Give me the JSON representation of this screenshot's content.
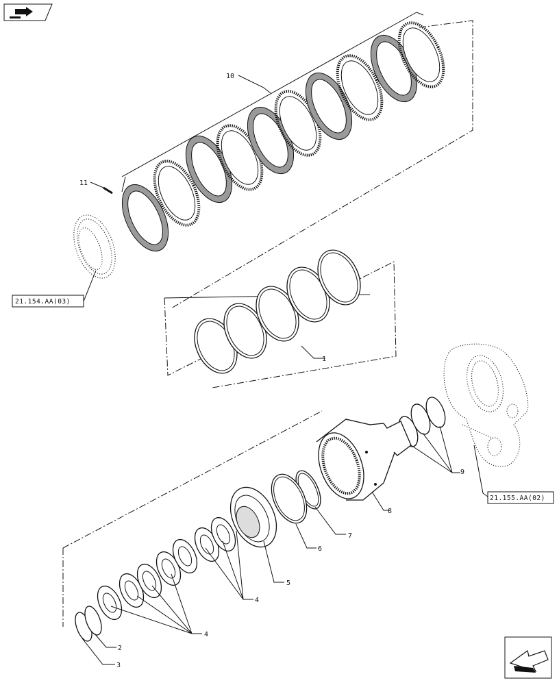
{
  "diagram": {
    "callouts": [
      {
        "id": "1",
        "text": "1"
      },
      {
        "id": "2",
        "text": "2"
      },
      {
        "id": "3",
        "text": "3"
      },
      {
        "id": "4a",
        "text": "4"
      },
      {
        "id": "4b",
        "text": "4"
      },
      {
        "id": "5",
        "text": "5"
      },
      {
        "id": "6",
        "text": "6"
      },
      {
        "id": "7",
        "text": "7"
      },
      {
        "id": "8",
        "text": "8"
      },
      {
        "id": "9",
        "text": "9"
      },
      {
        "id": "10",
        "text": "10"
      },
      {
        "id": "11",
        "text": "11"
      }
    ],
    "references": [
      {
        "id": "ref-upper",
        "text": "21.154.AA(03)"
      },
      {
        "id": "ref-lower",
        "text": "21.155.AA(02)"
      }
    ]
  },
  "icons": {
    "top_left": "book-arrow-icon",
    "bottom_right": "navigate-arrow-icon"
  }
}
